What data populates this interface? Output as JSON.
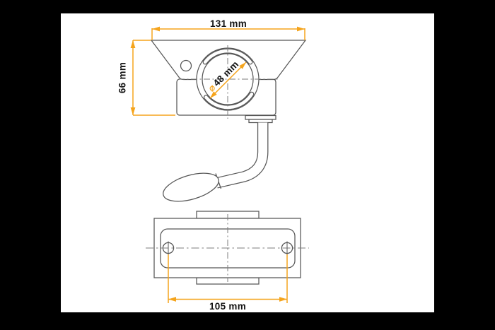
{
  "page": {
    "letterbox_color": "#000000",
    "canvas_color": "#ffffff"
  },
  "diagram": {
    "type": "technical-drawing",
    "subject": "trailer clamp with crank handle - front and bottom orthographic views",
    "colors": {
      "dimension_accent": "#F5A41C",
      "outline": "#565656",
      "centerline": "#7d7d7d",
      "label_text": "#141414"
    },
    "dimensions": {
      "top_width": {
        "value": "131 mm"
      },
      "left_height": {
        "value": "66 mm"
      },
      "bore_diameter": {
        "symbol": "⌀",
        "value": "48 mm"
      },
      "hole_spacing": {
        "value": "105 mm"
      }
    }
  }
}
